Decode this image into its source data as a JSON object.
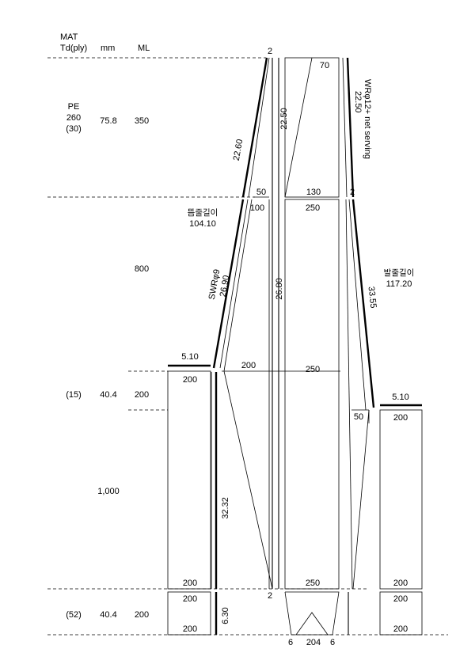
{
  "header": {
    "mat": "MAT",
    "td": "Td(ply)",
    "mm": "mm",
    "ml": "ML"
  },
  "section1": {
    "material": "PE",
    "td": "260",
    "ply": "(30)",
    "mm": "75.8",
    "ml": "350"
  },
  "section2": {
    "ml": "800"
  },
  "section3": {
    "ply": "(15)",
    "mm": "40.4",
    "ml": "200"
  },
  "section4": {
    "ml": "1,000"
  },
  "section5": {
    "ply": "(52)",
    "mm": "40.4",
    "ml": "200"
  },
  "labels": {
    "top_left_dim": "2",
    "top_center_dim": "70",
    "wing_upper_left": "22.60",
    "center_upper": "22.50",
    "right_rope": "WRφ12+ net serving",
    "right_rope_len": "22.50",
    "mid_50": "50",
    "mid_130": "130",
    "right_2": "2",
    "float_line": "뜸줄길이",
    "float_line_len": "104.10",
    "panel_100": "100",
    "panel_250_a": "250",
    "swr": "SWRφ9",
    "swr_len": "26.90",
    "center_lower": "26.80",
    "sinker_line": "발줄길이",
    "sinker_line_len": "117.20",
    "right_len": "33.55",
    "left_510": "5.10",
    "panel_200_mid": "200",
    "panel_250_b": "250",
    "right_50": "50",
    "right_510": "5.10",
    "left_box_top": "200",
    "right_box_top": "200",
    "left_dim_vertical": "32.32",
    "left_box_bottom": "200",
    "bottom_2": "2",
    "panel_250_c": "250",
    "right_box_bottom": "200",
    "ext_left_top": "200",
    "ext_left_bottom": "200",
    "ext_dim": "6.30",
    "ext_right_top": "200",
    "ext_right_bottom": "200",
    "bottom_6_left": "6",
    "bottom_204": "204",
    "bottom_6_right": "6"
  }
}
